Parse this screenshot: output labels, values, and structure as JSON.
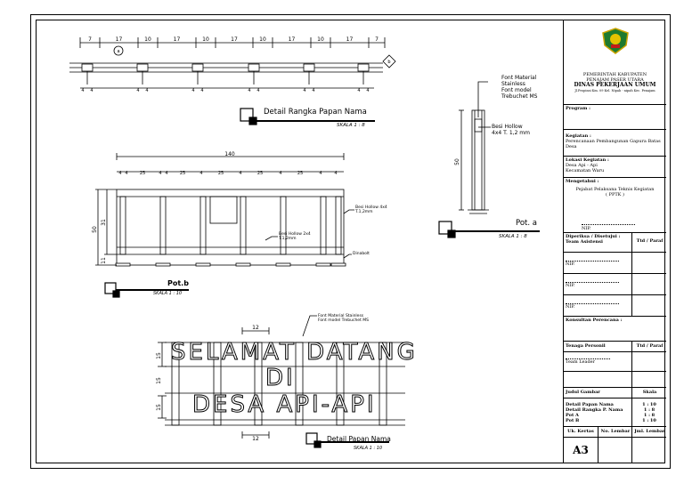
{
  "rangka": {
    "dims_top": [
      "7",
      "17",
      "10",
      "17",
      "10",
      "17",
      "10",
      "17",
      "10",
      "17",
      "7"
    ],
    "dims_bottom": [
      "4",
      "4",
      "4",
      "4",
      "4",
      "4",
      "4",
      "4",
      "4",
      "4",
      "4",
      "4"
    ],
    "marker_a": "a",
    "marker_b": "b",
    "title": "Detail Rangka Papan Nama",
    "scale": "SKALA 1 : 8"
  },
  "pot_a": {
    "note_font": [
      "Font Material",
      "Stainless",
      "Font model",
      "Trebuchet MS"
    ],
    "note_besi": [
      "Besi Hollow",
      "4x4 T. 1,2 mm"
    ],
    "height": "50",
    "title": "Pot. a",
    "scale": "SKALA 1 : 8"
  },
  "pot_b": {
    "width": "140",
    "dims_top": [
      "4",
      "4",
      "25",
      "4",
      "4",
      "25",
      "4",
      "25",
      "4",
      "25",
      "4",
      "25",
      "4",
      "4"
    ],
    "height_left": "50",
    "h_31": "31",
    "h_11": "11",
    "note_besi44": [
      "Besi Hollow 4x4",
      "T.1,2mm"
    ],
    "note_besi24": [
      "Besi Hollow 2x4",
      "T.1,2mm"
    ],
    "note_dina": "Dinabolt",
    "title": "Pot.b",
    "scale": "SKALA 1 : 10"
  },
  "papan": {
    "note_font": [
      "Font Material Stainless",
      "Font model Trebuchet MS"
    ],
    "dim_12": "12",
    "dim_15a": "15",
    "dim_15b": "15",
    "dim_15c": "15",
    "line1": "SELAMAT DATANG",
    "line2": "DI",
    "line3": "DESA API-API",
    "title": "Detail Papan Nama",
    "scale": "SKALA 1 : 10"
  },
  "titleblock": {
    "org1": "PEMERINTAH KABUPATEN",
    "org2": "PENAJAM PASER UTARA",
    "dept": "DINAS PEKERJAAN UMUM",
    "addr": "Jl.Propinsi Km. 09 Kel. Nipah - nipah Kec. Penajam",
    "program_lbl": "Program :",
    "kegiatan_lbl": "Kegiatan :",
    "kegiatan_val": "Perencanaan Pembangunan Gapura Batas Desa",
    "lokasi_lbl": "Lokasi Kegiatan :",
    "lokasi_val1": "Desa Api - Api",
    "lokasi_val2": "Kecamatan Waru",
    "mengetahui_lbl": "Mengetahui :",
    "mengetahui_val1": "Pejabat Pelaksana Teknis Kegiatan",
    "mengetahui_val2": "( PPTK )",
    "nip": "NIP.",
    "diperiksa_lbl": "Diperiksa / Disetujui : Team Asistensi",
    "ttd_lbl": "Ttd / Paraf",
    "konsultan_lbl": "Konsultan Perencana :",
    "tenaga_lbl": "Tenaga Personil",
    "ttd_lbl2": "Ttd / Paraf",
    "team_leader": "Team Leader",
    "judul_lbl": "Judul Gambar",
    "skala_lbl": "Skala",
    "judul_items": [
      "Detail Papan Nama",
      "Detail Rangka P. Nama",
      "Pot A",
      "Pot B"
    ],
    "skala_items": [
      "1 : 10",
      "1 : 8",
      "1 : 8",
      "1 : 10"
    ],
    "uk_kertas_lbl": "Uk. Kertas",
    "no_lembar_lbl": "No. Lembar",
    "jml_lembar_lbl": "Jml. Lembar",
    "kertas": "A3"
  }
}
